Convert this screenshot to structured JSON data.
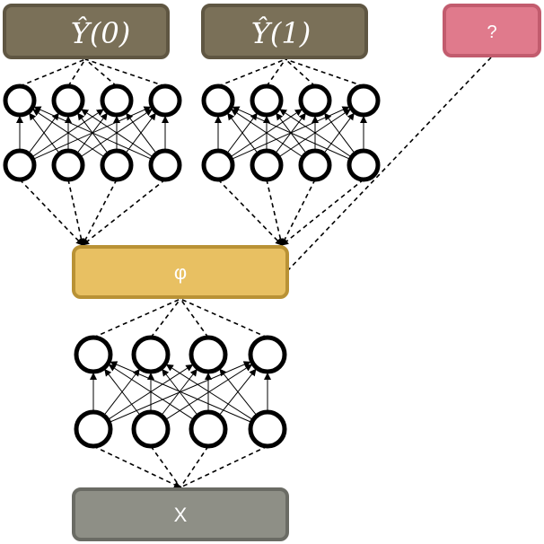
{
  "boxes": {
    "y0": {
      "label": "Ŷ(0)",
      "fill": "#7a7058",
      "stroke": "#5f5642",
      "text_color": "#ffffff"
    },
    "y1": {
      "label": "Ŷ(1)",
      "fill": "#7a7058",
      "stroke": "#5f5642",
      "text_color": "#ffffff"
    },
    "unknown": {
      "label": "?",
      "fill": "#e07a8c",
      "stroke": "#c25c6e",
      "text_color": "#ffffff"
    },
    "phi": {
      "label": "φ",
      "fill": "#e8c062",
      "stroke": "#b99235",
      "text_color": "#ffffff"
    },
    "x": {
      "label": "X",
      "fill": "#8e8f86",
      "stroke": "#6a6b64",
      "text_color": "#ffffff"
    }
  },
  "colors": {
    "neuron_stroke": "#000000",
    "edge": "#000000",
    "background": "#ffffff"
  },
  "networks": [
    "head-y0",
    "head-y1",
    "representation"
  ]
}
